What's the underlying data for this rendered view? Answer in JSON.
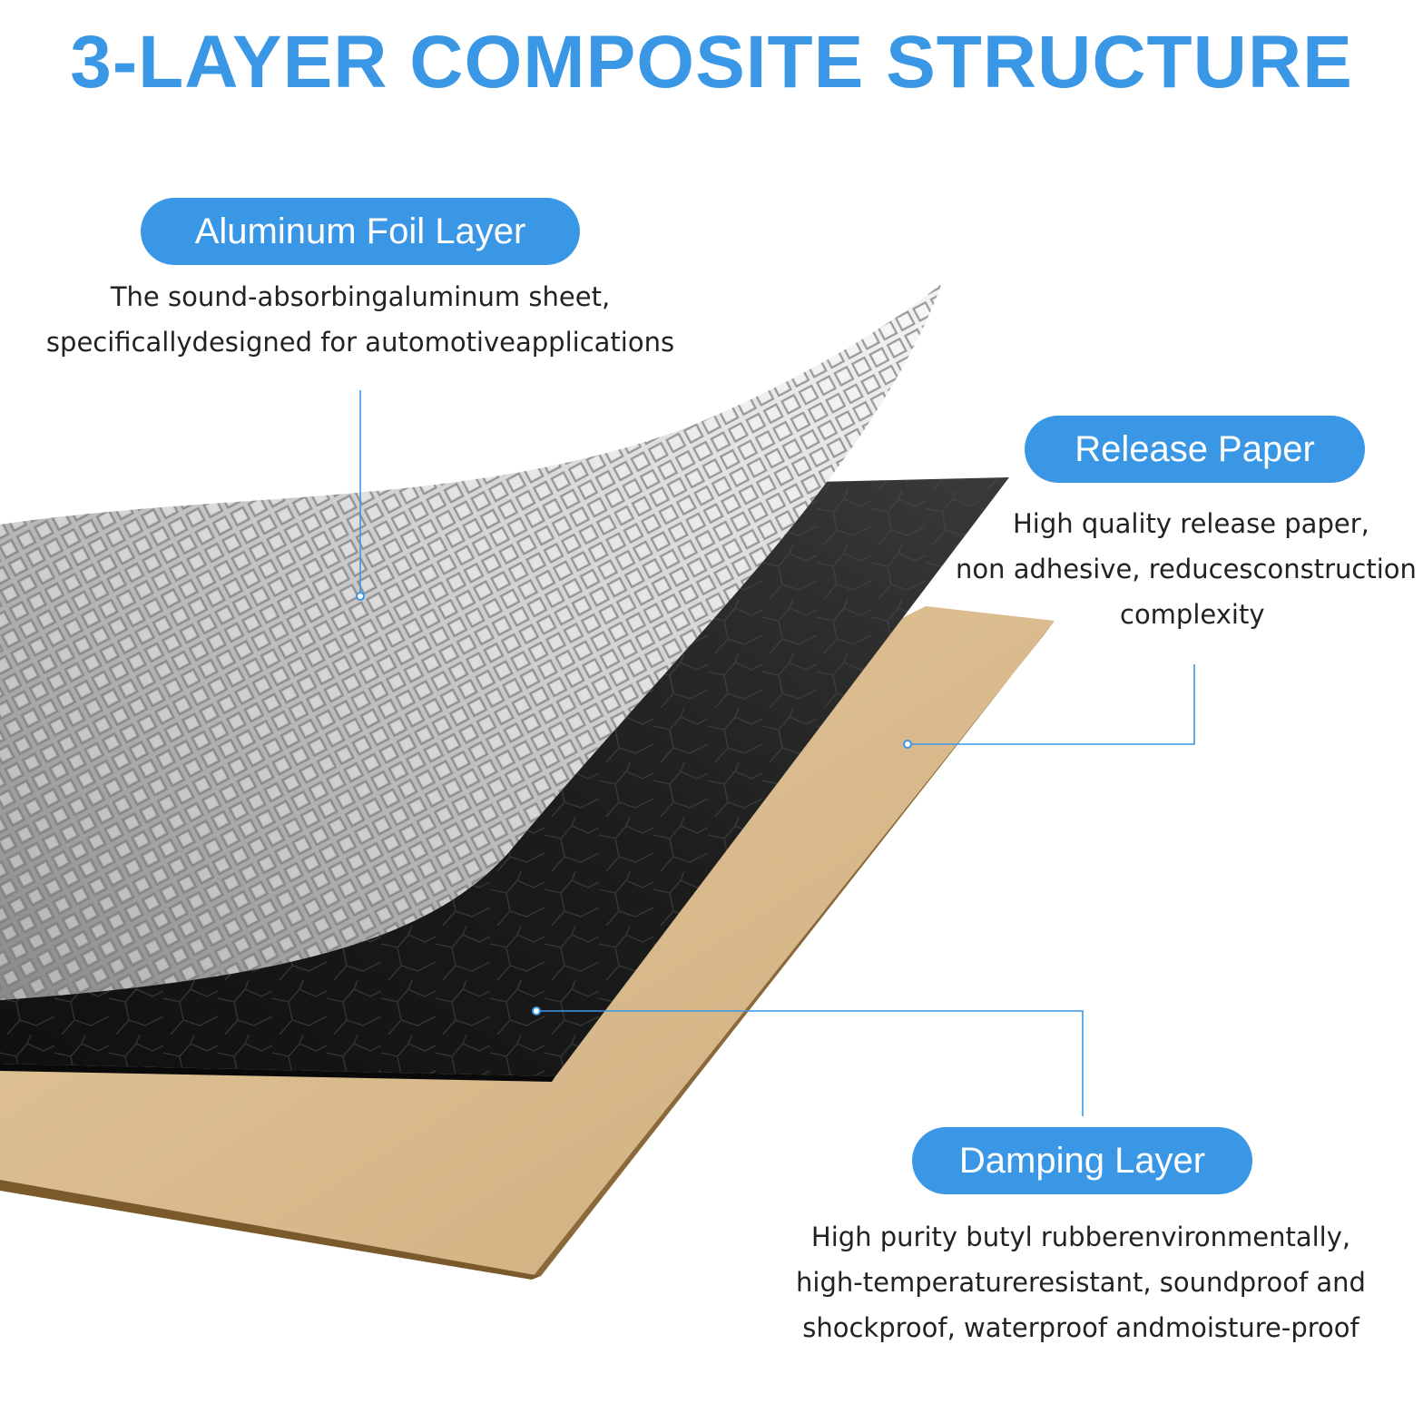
{
  "title": "3-LAYER COMPOSITE STRUCTURE",
  "accent_color": "#3a97e6",
  "layers": [
    {
      "id": "aluminum",
      "label": "Aluminum Foil Layer",
      "description": [
        "The sound-absorbingaluminum sheet,",
        "specificallydesigned for automotiveapplications"
      ],
      "color": "#c8c8c8"
    },
    {
      "id": "release",
      "label": "Release Paper",
      "description": [
        "High quality release paper,",
        "non adhesive, reducesconstruction",
        "complexity"
      ],
      "color": "#d8b88a"
    },
    {
      "id": "damping",
      "label": "Damping Layer",
      "description": [
        "High purity butyl rubberenvironmentally,",
        "high-temperatureresistant, soundproof and",
        "shockproof, waterproof andmoisture-proof"
      ],
      "color": "#1e1e1e"
    }
  ]
}
